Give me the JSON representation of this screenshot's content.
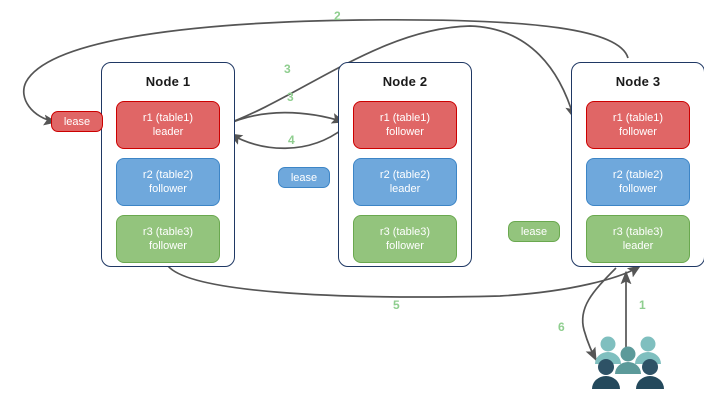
{
  "diagram": {
    "title": "Raft lease / leader replication diagram",
    "colors": {
      "red": "#e06666",
      "red_border": "#cc0000",
      "blue": "#6fa8dc",
      "blue_border": "#3d85c6",
      "green": "#93c47d",
      "green_border": "#6aa84f",
      "node_border": "#1f3864",
      "arrow": "#555555",
      "label": "#8fce8f",
      "users_light": "#7fbfbf",
      "users_mid": "#5c9a9a",
      "users_dark": "#2e5266"
    },
    "nodes": [
      {
        "id": "node-1",
        "title": "Node 1",
        "replicas": [
          {
            "name": "r1 (table1)",
            "role": "leader",
            "color": "red"
          },
          {
            "name": "r2 (table2)",
            "role": "follower",
            "color": "blue"
          },
          {
            "name": "r3 (table3)",
            "role": "follower",
            "color": "green"
          }
        ]
      },
      {
        "id": "node-2",
        "title": "Node 2",
        "replicas": [
          {
            "name": "r1 (table1)",
            "role": "follower",
            "color": "red"
          },
          {
            "name": "r2 (table2)",
            "role": "leader",
            "color": "blue"
          },
          {
            "name": "r3 (table3)",
            "role": "follower",
            "color": "green"
          }
        ]
      },
      {
        "id": "node-3",
        "title": "Node 3",
        "replicas": [
          {
            "name": "r1 (table1)",
            "role": "follower",
            "color": "red"
          },
          {
            "name": "r2 (table2)",
            "role": "follower",
            "color": "blue"
          },
          {
            "name": "r3 (table3)",
            "role": "leader",
            "color": "green"
          }
        ]
      }
    ],
    "leases": [
      {
        "id": "lease-r1",
        "label": "lease",
        "color": "red"
      },
      {
        "id": "lease-r2",
        "label": "lease",
        "color": "blue"
      },
      {
        "id": "lease-r3",
        "label": "lease",
        "color": "green"
      }
    ],
    "edge_labels": [
      {
        "id": "label-2",
        "text": "2"
      },
      {
        "id": "label-3a",
        "text": "3"
      },
      {
        "id": "label-3b",
        "text": "3"
      },
      {
        "id": "label-4",
        "text": "4"
      },
      {
        "id": "label-5",
        "text": "5"
      },
      {
        "id": "label-1",
        "text": "1"
      },
      {
        "id": "label-6",
        "text": "6"
      }
    ],
    "client": {
      "icon": "users-icon"
    }
  }
}
